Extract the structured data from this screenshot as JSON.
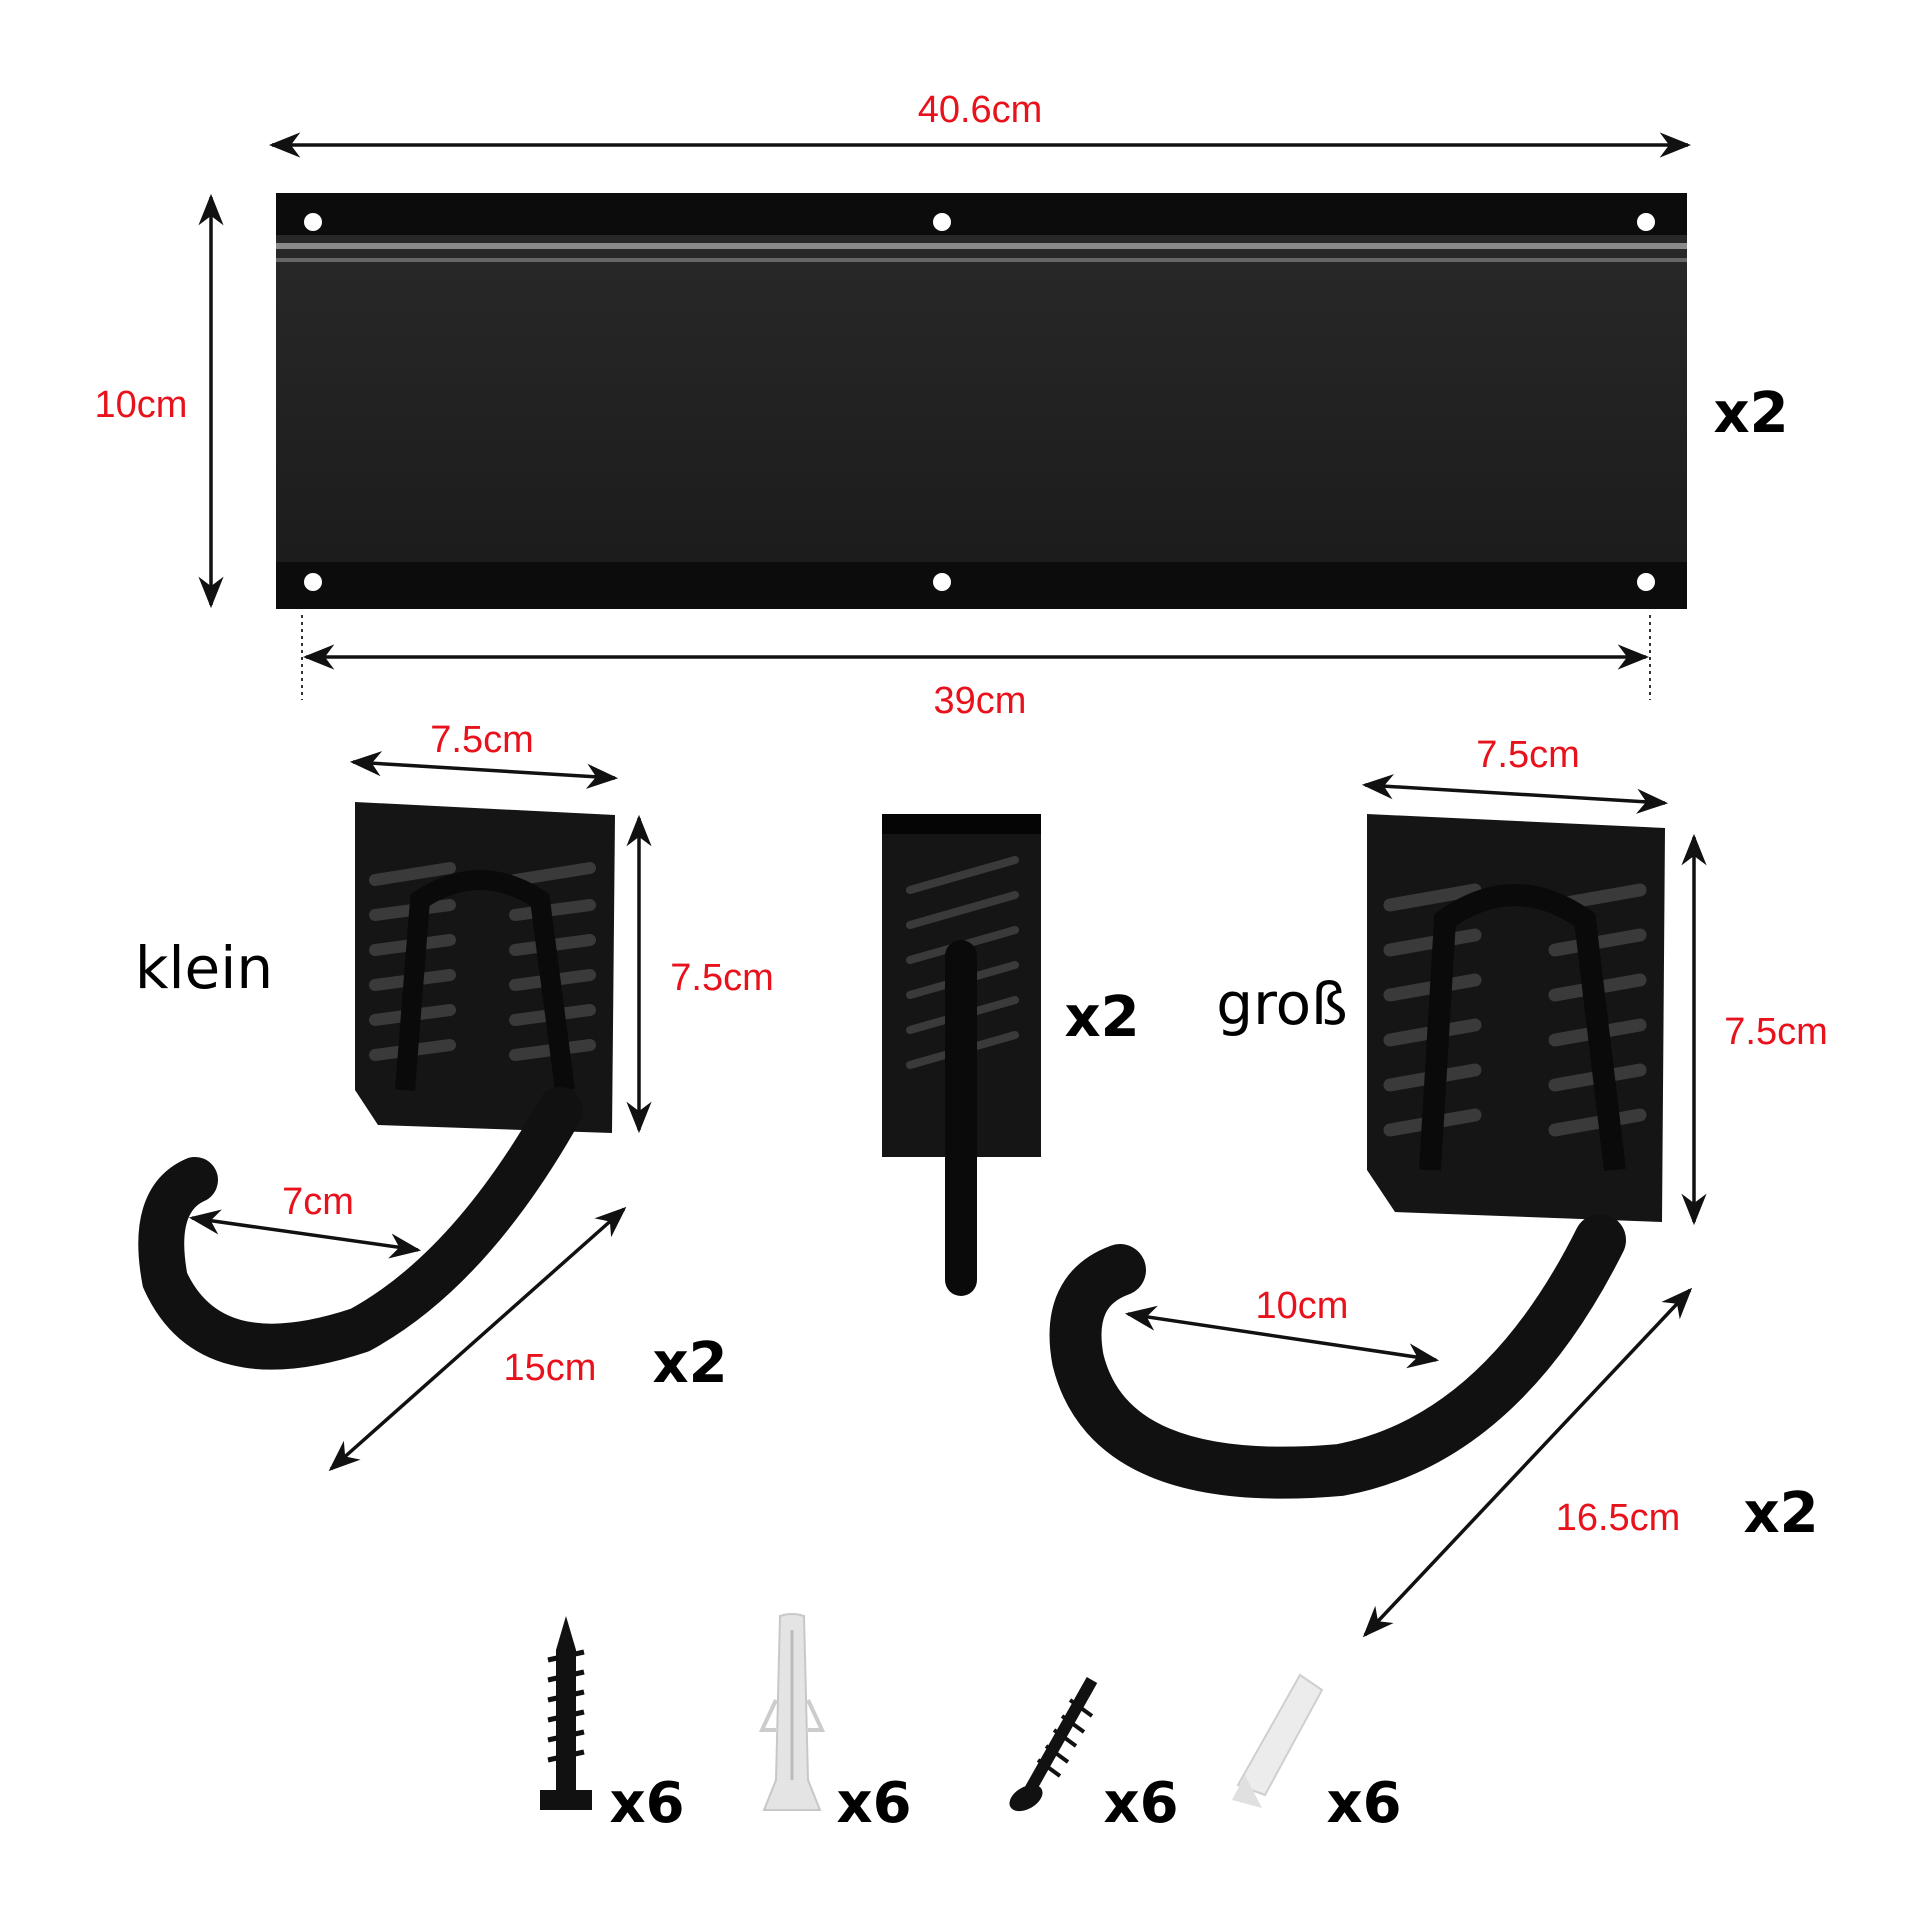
{
  "rail": {
    "width_label": "40.6cm",
    "height_label": "10cm",
    "hole_spacing_label": "39cm",
    "quantity": "x2"
  },
  "small_hook": {
    "name": "klein",
    "plate_width": "7.5cm",
    "plate_height": "7.5cm",
    "opening": "7cm",
    "length": "15cm",
    "quantity": "x2"
  },
  "vertical_hook": {
    "quantity": "x2"
  },
  "large_hook": {
    "name": "groß",
    "plate_width": "7.5cm",
    "plate_height": "7.5cm",
    "opening": "10cm",
    "length": "16.5cm",
    "quantity": "x2"
  },
  "hardware": [
    {
      "item": "screw",
      "quantity": "x6"
    },
    {
      "item": "anchor",
      "quantity": "x6"
    },
    {
      "item": "small-screw",
      "quantity": "x6"
    },
    {
      "item": "small-anchor",
      "quantity": "x6"
    }
  ],
  "colors": {
    "dimension": "#e8121c",
    "metal": "#141414"
  }
}
